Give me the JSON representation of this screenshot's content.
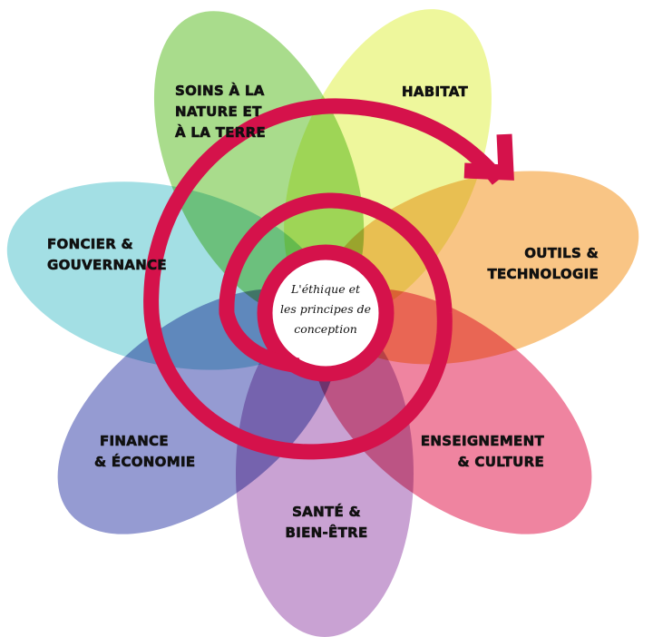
{
  "colors": {
    "spiral": "#d5124b",
    "petals": [
      "#a9dc8c",
      "#eef79c",
      "#f9c585",
      "#ef84a0",
      "#c9a2d3",
      "#959bd2",
      "#a3dfe4"
    ]
  },
  "center": {
    "lines": [
      "L'éthique et",
      "les principes de",
      "conception"
    ]
  },
  "petals": [
    {
      "name": "soins",
      "lines": [
        "SOINS À LA",
        "NATURE ET",
        "À LA TERRE"
      ]
    },
    {
      "name": "habitat",
      "lines": [
        "HABITAT"
      ]
    },
    {
      "name": "outils",
      "lines": [
        "OUTILS &",
        "TECHNOLOGIE"
      ]
    },
    {
      "name": "enseignement",
      "lines": [
        "ENSEIGNEMENT",
        "& CULTURE"
      ]
    },
    {
      "name": "sante",
      "lines": [
        "SANTÉ &",
        "BIEN-ÊTRE"
      ]
    },
    {
      "name": "finance",
      "lines": [
        "FINANCE",
        "& ÉCONOMIE"
      ]
    },
    {
      "name": "foncier",
      "lines": [
        "FONCIER &",
        "GOUVERNANCE"
      ]
    }
  ]
}
